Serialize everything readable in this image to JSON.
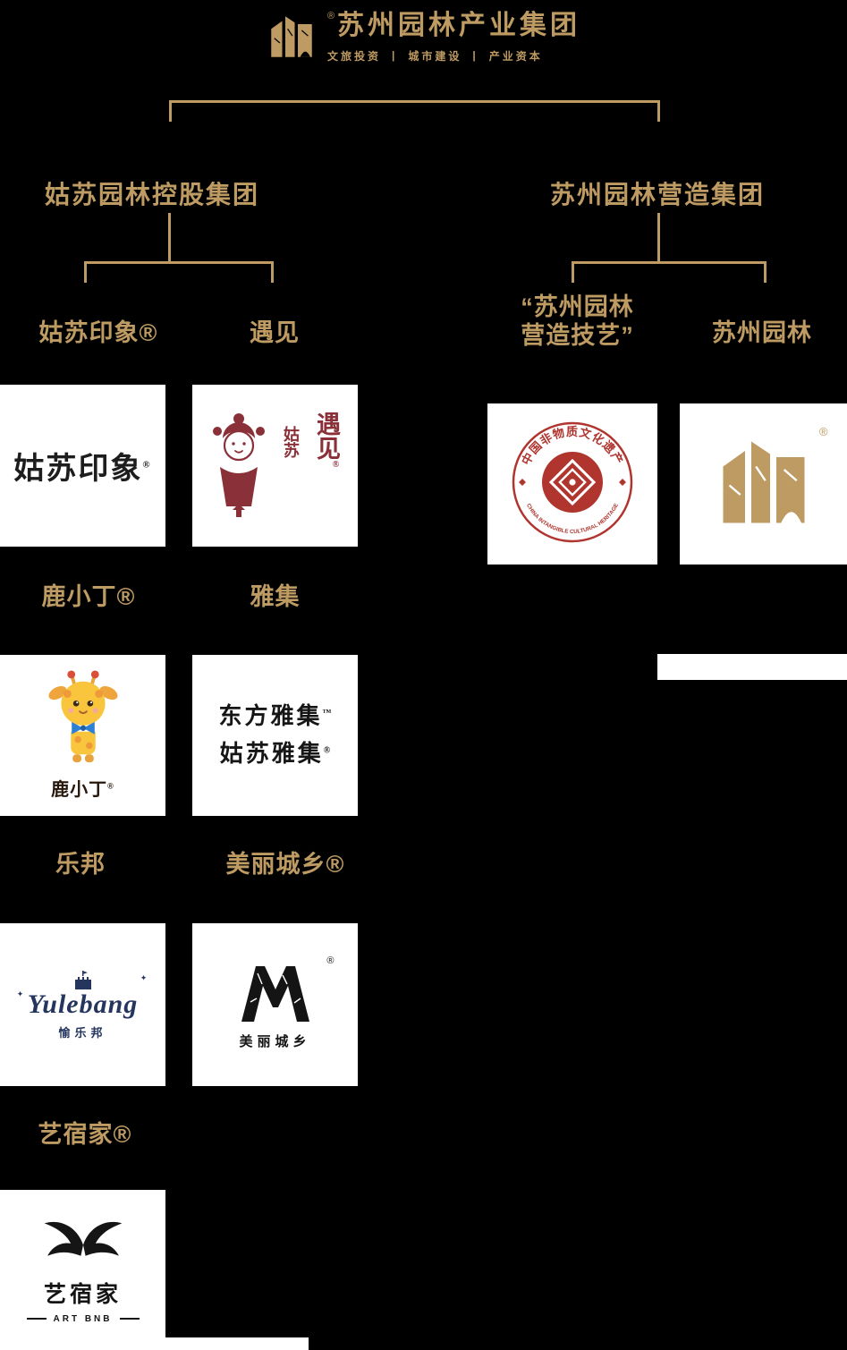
{
  "theme": {
    "background": "#000000",
    "gold": "#BE9B62",
    "card_background": "#FFFFFF",
    "seal_red": "#B0352F",
    "art_red": "#8A3038",
    "navy": "#24355E",
    "ink": "#141414"
  },
  "header": {
    "registered_mark": "®",
    "title": "苏州园林产业集团",
    "tagline": {
      "item1": "文旅投资",
      "item2": "城市建设",
      "item3": "产业资本",
      "separator": "|"
    }
  },
  "groups": {
    "left_title": "姑苏园林控股集团",
    "right_title": "苏州园林营造集团"
  },
  "column_headers": {
    "gusu_yinxiang": "姑苏印象®",
    "yujian": "遇见",
    "craft_line1": "“苏州园林",
    "craft_line2": "营造技艺”",
    "suzhou_yuanlin": "苏州园林"
  },
  "brand_labels": {
    "luxiaoding": "鹿小丁®",
    "yaji": "雅集",
    "lebang": "乐邦",
    "meilichengxiang": "美丽城乡®",
    "yisujia": "艺宿家®"
  },
  "logos": {
    "gusu_yinxiang": {
      "text": "姑苏印象",
      "reg": "®"
    },
    "yujian": {
      "vertical_main": "遇见",
      "vertical_sub": "姑苏",
      "reg": "®"
    },
    "heritage_seal": {
      "arc_top": "中国非物质文化遗产",
      "arc_bottom": "CHINA INTANGIBLE CULTURAL HERITAGE"
    },
    "suzhou_yuanlin": {
      "reg": "®"
    },
    "luxiaoding": {
      "text": "鹿小丁",
      "reg": "®"
    },
    "yaji": {
      "line1": "东方雅集",
      "line1_mark": "™",
      "line2": "姑苏雅集",
      "line2_mark": "®"
    },
    "yulebang": {
      "script": "Yulebang",
      "sub": "愉乐邦"
    },
    "meilichengxiang": {
      "text": "美丽城乡",
      "reg": "®"
    },
    "yisujia": {
      "text": "艺宿家",
      "sub": "ART BNB"
    }
  }
}
